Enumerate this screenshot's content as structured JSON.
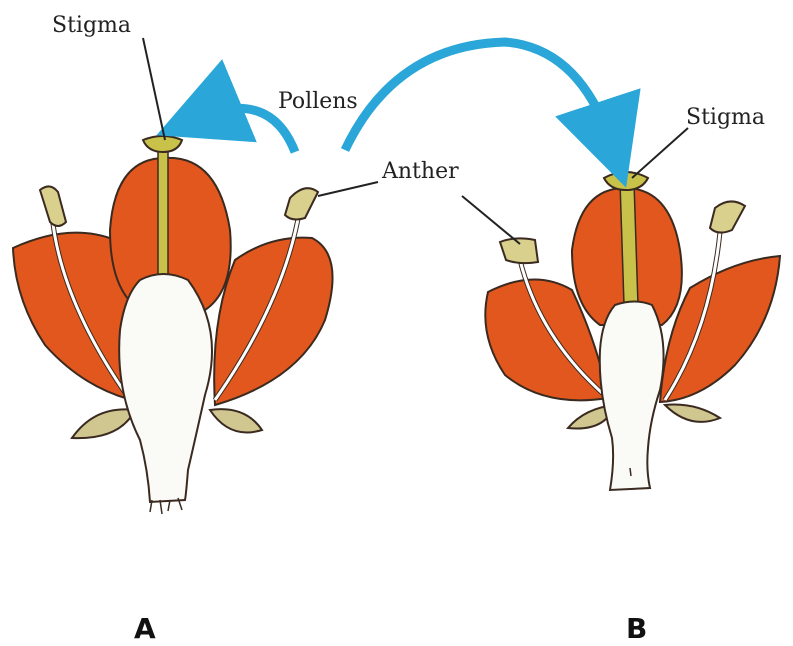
{
  "labels": {
    "stigma_a": "Stigma",
    "pollens": "Pollens",
    "anther": "Anther",
    "stigma_b": "Stigma"
  },
  "captions": {
    "flower_a": "A",
    "flower_b": "B"
  },
  "colors": {
    "petal": "#e2571d",
    "petal_dark": "#b43c10",
    "stigma": "#c8c24a",
    "anther": "#d8d08c",
    "ovary": "#fafaf7",
    "arrow": "#2aa6d8",
    "outline": "#3a2a20"
  }
}
